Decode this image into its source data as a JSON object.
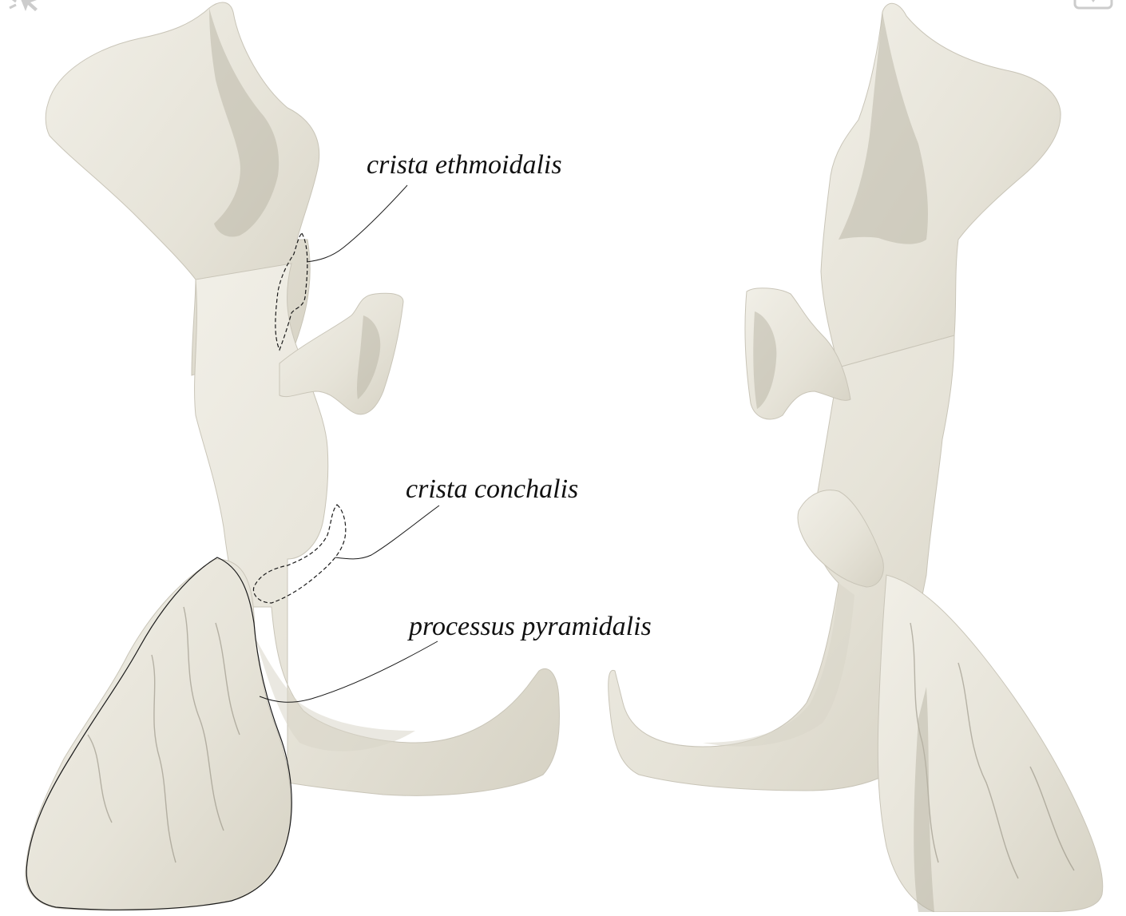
{
  "labels": {
    "crista_ethmoidalis": "crista ethmoidalis",
    "crista_conchalis": "crista conchalis",
    "processus_pyramidalis": "processus pyramidalis"
  },
  "icons": {
    "top_left": "cursor-icon",
    "top_right": "download-icon"
  },
  "colors": {
    "bone": "#e8e5da",
    "bone_shadow": "#b8b3a4",
    "outline": "#1a1a1a",
    "background": "#ffffff"
  }
}
